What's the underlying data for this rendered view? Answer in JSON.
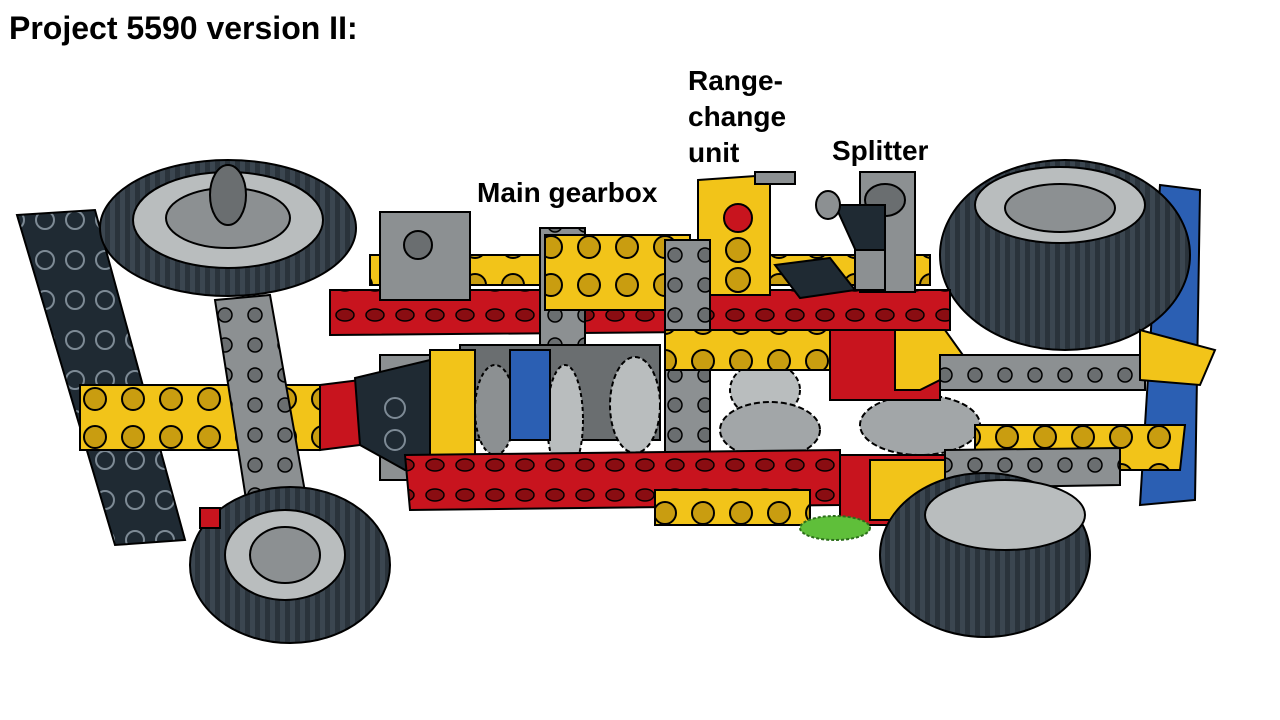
{
  "title": "Project 5590 version II:",
  "labels": {
    "main_gearbox": "Main gearbox",
    "range_change_line1": "Range-",
    "range_change_line2": "change",
    "range_change_line3": "unit",
    "splitter": "Splitter"
  },
  "colors": {
    "red": "#c8141e",
    "yellow": "#f2c419",
    "dark_bluish_gray": "#1f2a33",
    "light_gray": "#8c9092",
    "blue": "#2b5fb3",
    "tire": "#2a333b",
    "green": "#5fbf3a"
  }
}
